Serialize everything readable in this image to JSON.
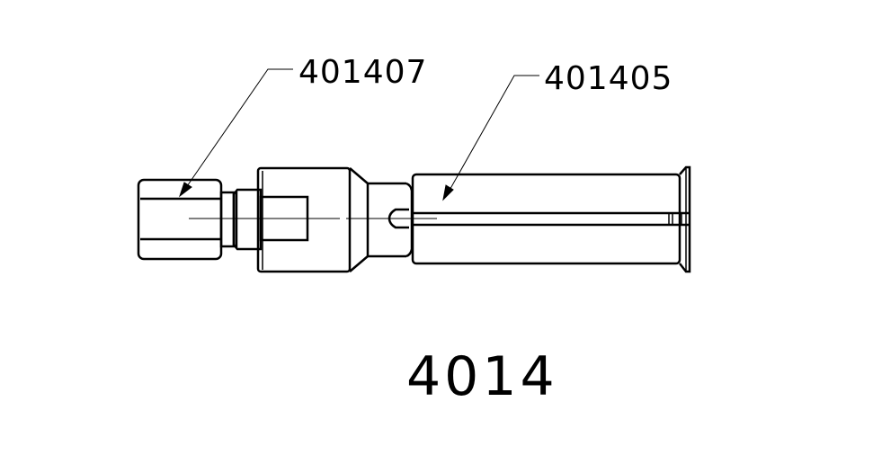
{
  "drawing": {
    "assembly_number": "4014",
    "callouts": [
      {
        "label": "401407",
        "target": "hex-nut"
      },
      {
        "label": "401405",
        "target": "split-collet-sleeve"
      }
    ],
    "line_color": "#000000",
    "background": "#ffffff"
  }
}
